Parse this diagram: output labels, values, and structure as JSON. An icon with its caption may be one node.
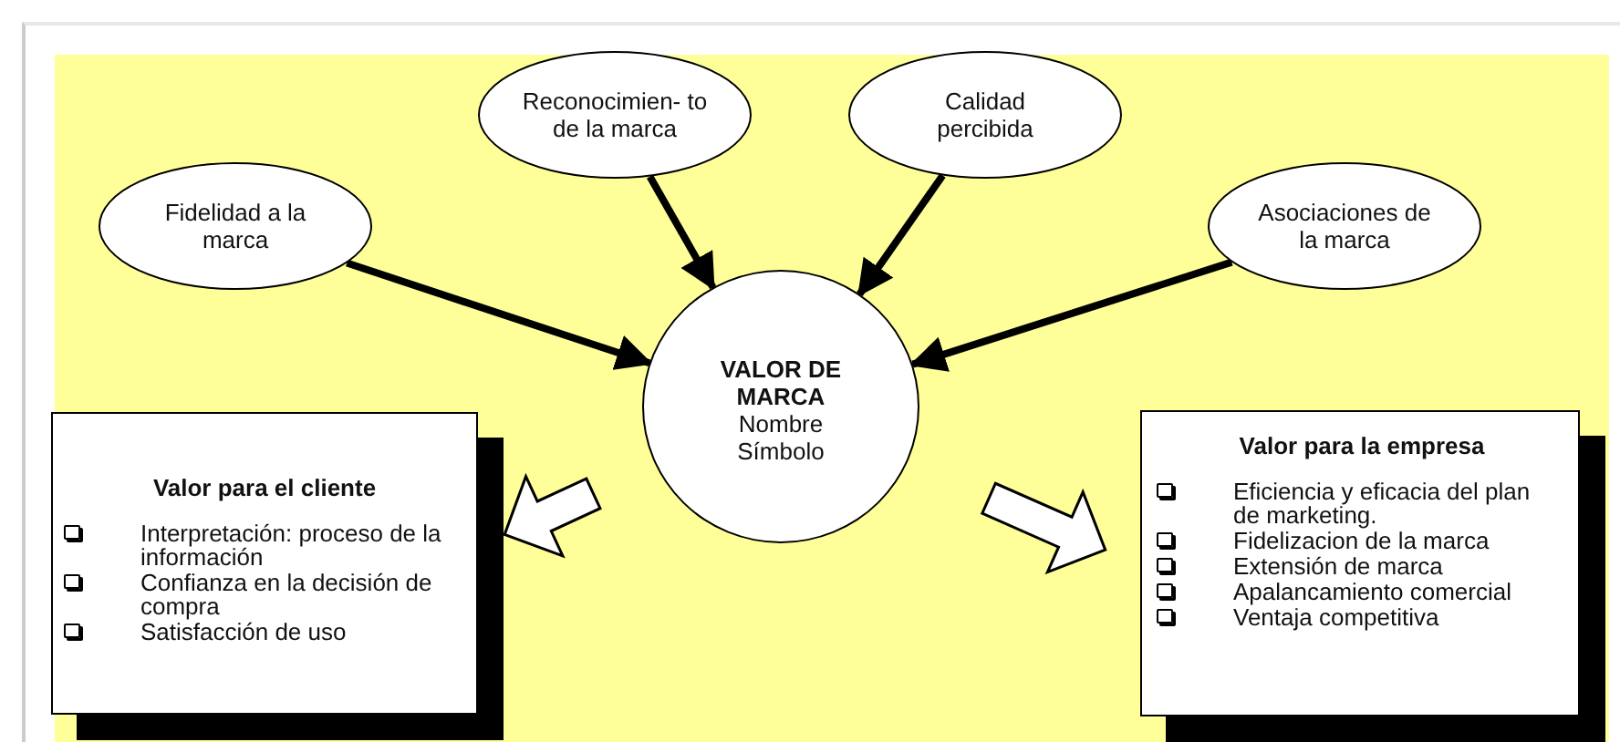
{
  "diagram": {
    "nodes": [
      {
        "text": [
          "Fidelidad a la marca"
        ]
      },
      {
        "text": [
          "Reconocimien- to de la marca"
        ]
      },
      {
        "text": [
          "Calidad percibida"
        ]
      },
      {
        "text": [
          "Asociaciones de la marca"
        ]
      },
      {
        "text": [
          "VALOR DE MARCA",
          "Nombre",
          "Símbolo"
        ]
      },
      {
        "text": [
          "Valor para el cliente",
          "Interpretación: proceso de la información",
          "Confianza en la decisión de compra",
          "Satisfacción de uso"
        ]
      },
      {
        "text": [
          "Valor para la empresa",
          "Eficiencia y eficacia del plan de marketing.",
          "Fidelizacion de la marca",
          "Extensión de marca",
          "Apalancamiento comercial",
          "Ventaja competitiva"
        ]
      }
    ],
    "edges": [
      {
        "from": 0,
        "to": 4,
        "arrow": "to"
      },
      {
        "from": 1,
        "to": 4,
        "arrow": "to"
      },
      {
        "from": 2,
        "to": 4,
        "arrow": "to"
      },
      {
        "from": 3,
        "to": 4,
        "arrow": "to"
      },
      {
        "from": 4,
        "to": 5,
        "arrow": "to",
        "style": "thick"
      },
      {
        "from": 4,
        "to": 6,
        "arrow": "to",
        "style": "thick"
      }
    ]
  }
}
